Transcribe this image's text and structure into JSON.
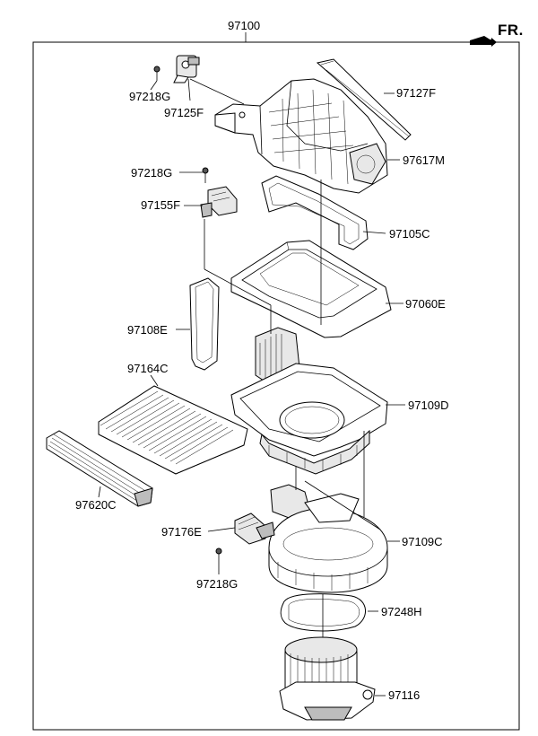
{
  "diagram": {
    "direction_label": "FR.",
    "assembly_label": "97100",
    "parts": [
      {
        "id": "97218G",
        "label": "97218G"
      },
      {
        "id": "97125F",
        "label": "97125F"
      },
      {
        "id": "97127F",
        "label": "97127F"
      },
      {
        "id": "97617M",
        "label": "97617M"
      },
      {
        "id": "97218G-2",
        "label": "97218G"
      },
      {
        "id": "97155F",
        "label": "97155F"
      },
      {
        "id": "97105C",
        "label": "97105C"
      },
      {
        "id": "97060E",
        "label": "97060E"
      },
      {
        "id": "97108E",
        "label": "97108E"
      },
      {
        "id": "97164C",
        "label": "97164C"
      },
      {
        "id": "97109D",
        "label": "97109D"
      },
      {
        "id": "97620C",
        "label": "97620C"
      },
      {
        "id": "97176E",
        "label": "97176E"
      },
      {
        "id": "97109C",
        "label": "97109C"
      },
      {
        "id": "97218G-3",
        "label": "97218G"
      },
      {
        "id": "97248H",
        "label": "97248H"
      },
      {
        "id": "97116",
        "label": "97116"
      }
    ]
  }
}
